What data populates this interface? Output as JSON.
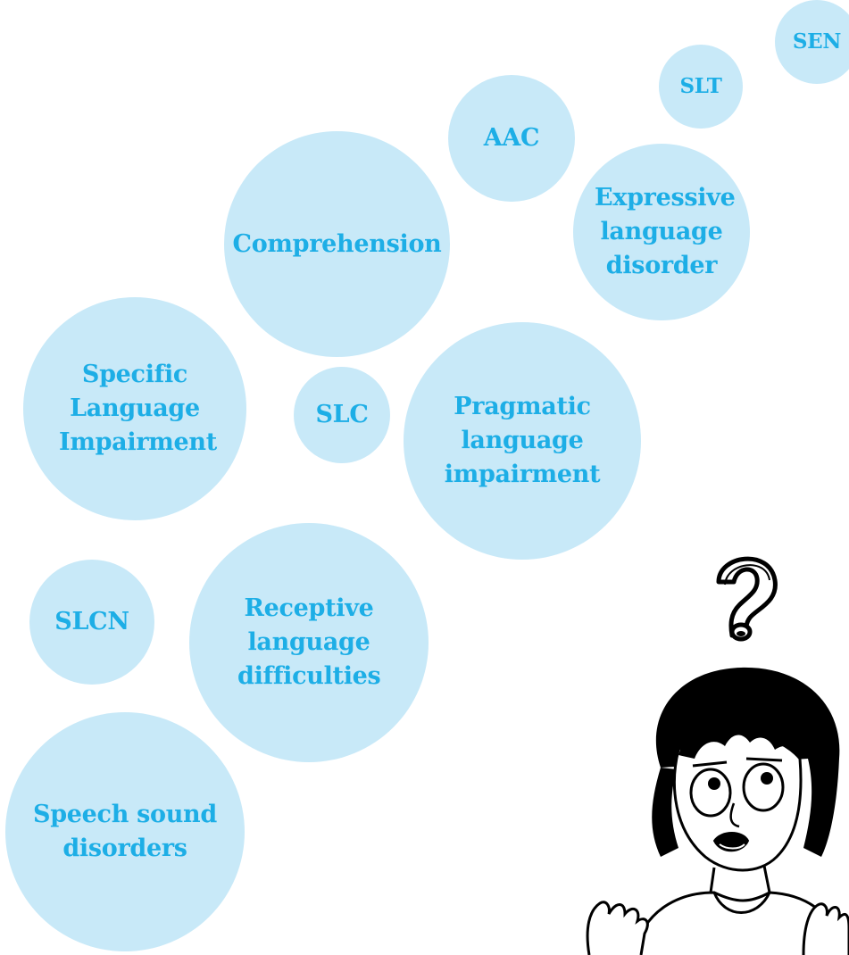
{
  "bubbles": {
    "sen": "SEN",
    "slt": "SLT",
    "aac": "AAC",
    "comprehension": "Comprehension",
    "expressive": "Expressive language disorder",
    "sli": "Specific Language Impairment",
    "slc": "SLC",
    "pragmatic": "Pragmatic language impairment",
    "slcn": "SLCN",
    "receptive": "Receptive language difficulties",
    "speech": "Speech sound disorders"
  },
  "colors": {
    "bubble_fill": "#c8e9f8",
    "bubble_text": "#1daee6"
  }
}
